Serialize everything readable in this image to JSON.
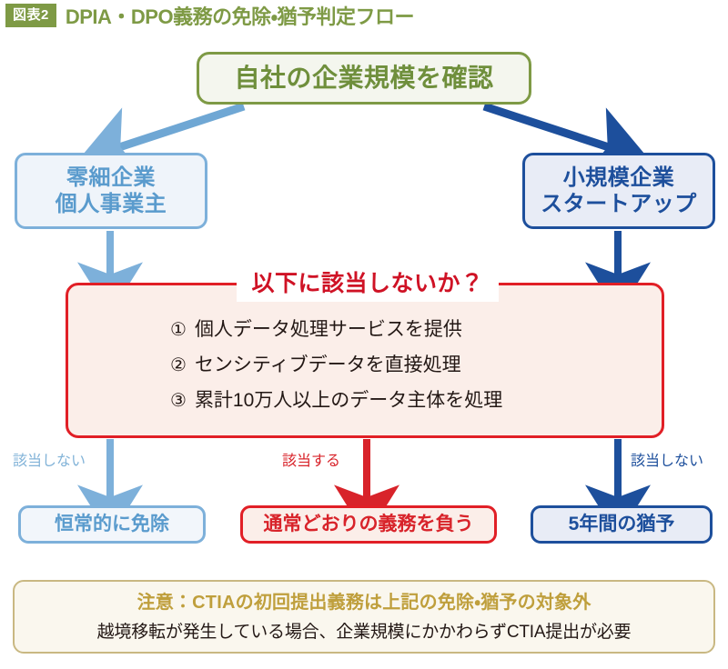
{
  "header": {
    "badge": "図表2",
    "title": "DPIA・DPO義務の免除・猶予判定フロー",
    "badge_color": "#7e9a45",
    "title_color": "#7e9a45"
  },
  "flow": {
    "start": {
      "label": "自社の企業規模を確認",
      "color": "#6f8f3c"
    },
    "branch_left": {
      "line1": "零細企業",
      "line2": "個人事業主",
      "color": "#5a9bcd"
    },
    "branch_right": {
      "line1": "小規模企業",
      "line2": "スタートアップ",
      "color": "#1d4f9c"
    },
    "decision": {
      "title": "以下に該当しないか？",
      "color": "#cf1225",
      "items": [
        {
          "num": "①",
          "text": "個人データ処理サービスを提供"
        },
        {
          "num": "②",
          "text": "センシティブデータを直接処理"
        },
        {
          "num": "③",
          "text": "累計10万人以上のデータ主体を処理"
        }
      ]
    },
    "edge_labels": {
      "left": "該当しない",
      "center": "該当する",
      "right": "該当しない"
    },
    "outcomes": {
      "exempt": {
        "label": "恒常的に免除",
        "color": "#5a9bcd"
      },
      "normal": {
        "label": "通常どおりの義務を負う",
        "color": "#d8232a"
      },
      "grace": {
        "label": "5年間の猶予",
        "color": "#1d4f9c"
      }
    }
  },
  "note": {
    "title": "注意：CTIAの初回提出義務は上記の免除・猶予の対象外",
    "body": "越境移転が発生している場合、企業規模にかかわらずCTIA提出が必要",
    "title_color": "#bf9f3c"
  },
  "palette": {
    "green": "#7e9a45",
    "light_blue": "#7db0da",
    "navy": "#1d4f9c",
    "red": "#e11f26",
    "gold": "#c9b882"
  }
}
